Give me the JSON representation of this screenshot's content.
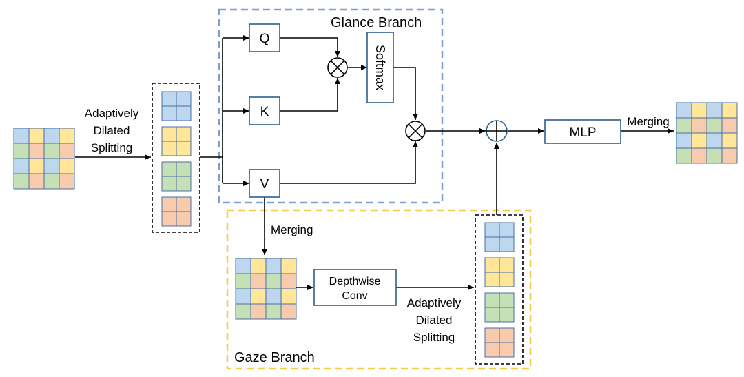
{
  "branches": {
    "glance": {
      "label": "Glance Branch",
      "border_color": "#7f9fcf"
    },
    "gaze": {
      "label": "Gaze Branch",
      "border_color": "#f5cc4a"
    }
  },
  "nodes": {
    "q": "Q",
    "k": "K",
    "v": "V",
    "softmax": "Softmax",
    "mlp": "MLP",
    "depthwise_line1": "Depthwise",
    "depthwise_line2": "Conv"
  },
  "edge_labels": {
    "split_left": [
      "Adaptively",
      "Dilated",
      "Splitting"
    ],
    "split_bottom": [
      "Adaptively",
      "Dilated",
      "Splitting"
    ],
    "merge_v": "Merging",
    "merge_out": "Merging"
  },
  "operators": {
    "multiply": "⊗",
    "add": "⊕"
  },
  "colors": {
    "blue": "#bdd7ee",
    "yellow": "#ffe699",
    "green": "#c5e0b4",
    "orange": "#f8cbad",
    "cell_border": "#4a6fa5",
    "box_border": "#2e5f8a"
  },
  "grid_pattern": [
    [
      "blue",
      "yellow",
      "blue",
      "yellow"
    ],
    [
      "green",
      "orange",
      "green",
      "orange"
    ],
    [
      "blue",
      "yellow",
      "blue",
      "yellow"
    ],
    [
      "green",
      "orange",
      "green",
      "orange"
    ]
  ],
  "split_groups": [
    "blue",
    "yellow",
    "green",
    "orange"
  ]
}
